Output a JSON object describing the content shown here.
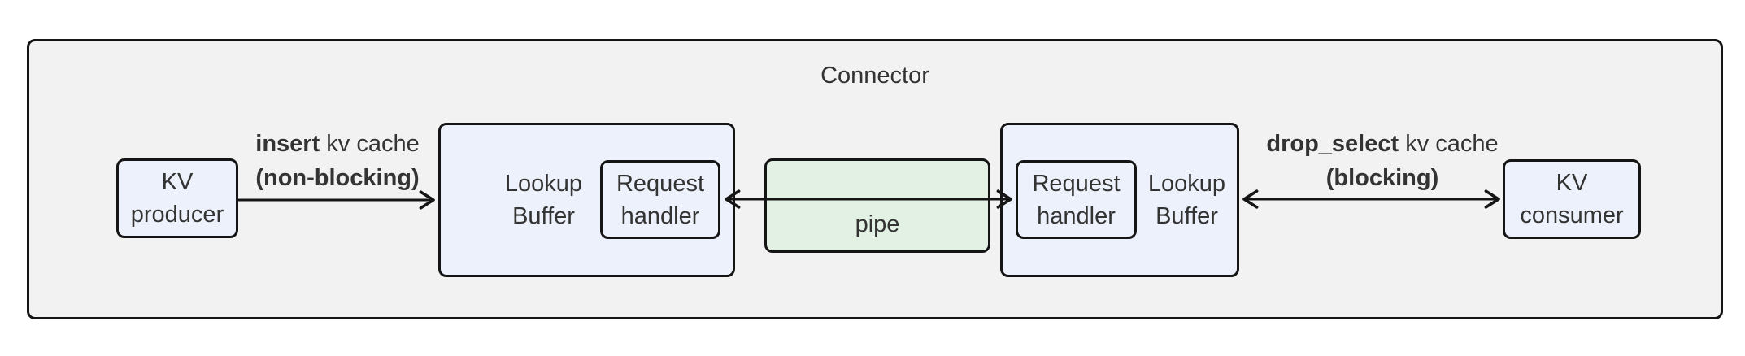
{
  "title": "Connector",
  "nodes": {
    "kv_producer": {
      "line1": "KV",
      "line2": "producer"
    },
    "lookup_buffer_left": {
      "line1": "Lookup",
      "line2": "Buffer"
    },
    "request_handler_left": {
      "line1": "Request",
      "line2": "handler"
    },
    "pipe": {
      "label": "pipe"
    },
    "request_handler_right": {
      "line1": "Request",
      "line2": "handler"
    },
    "lookup_buffer_right": {
      "line1": "Lookup",
      "line2": "Buffer"
    },
    "kv_consumer": {
      "line1": "KV",
      "line2": "consumer"
    }
  },
  "edges": {
    "insert": {
      "verb": "insert",
      "rest": " kv cache",
      "qualifier": "(non-blocking)"
    },
    "drop_select": {
      "verb": "drop_select",
      "rest": " kv cache",
      "qualifier": "(blocking)"
    }
  },
  "colors": {
    "canvas_bg": "#ffffff",
    "container_fill": "#f2f2f2",
    "node_fill": "#edf1fb",
    "pipe_fill": "#e2f1e4",
    "border": "#151515",
    "text": "#333333"
  }
}
